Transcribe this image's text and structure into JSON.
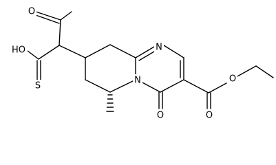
{
  "structure": {
    "atoms": {
      "oxygen_acetyl": "O",
      "hydroxyl": "HO",
      "ring_nitrogen_top": "N",
      "ring_nitrogen_bridge": "N",
      "thione_sulfur": "S",
      "ketone_oxygen": "O",
      "ester_oxygen_carbonyl": "O",
      "ester_oxygen_ether": "O"
    }
  }
}
